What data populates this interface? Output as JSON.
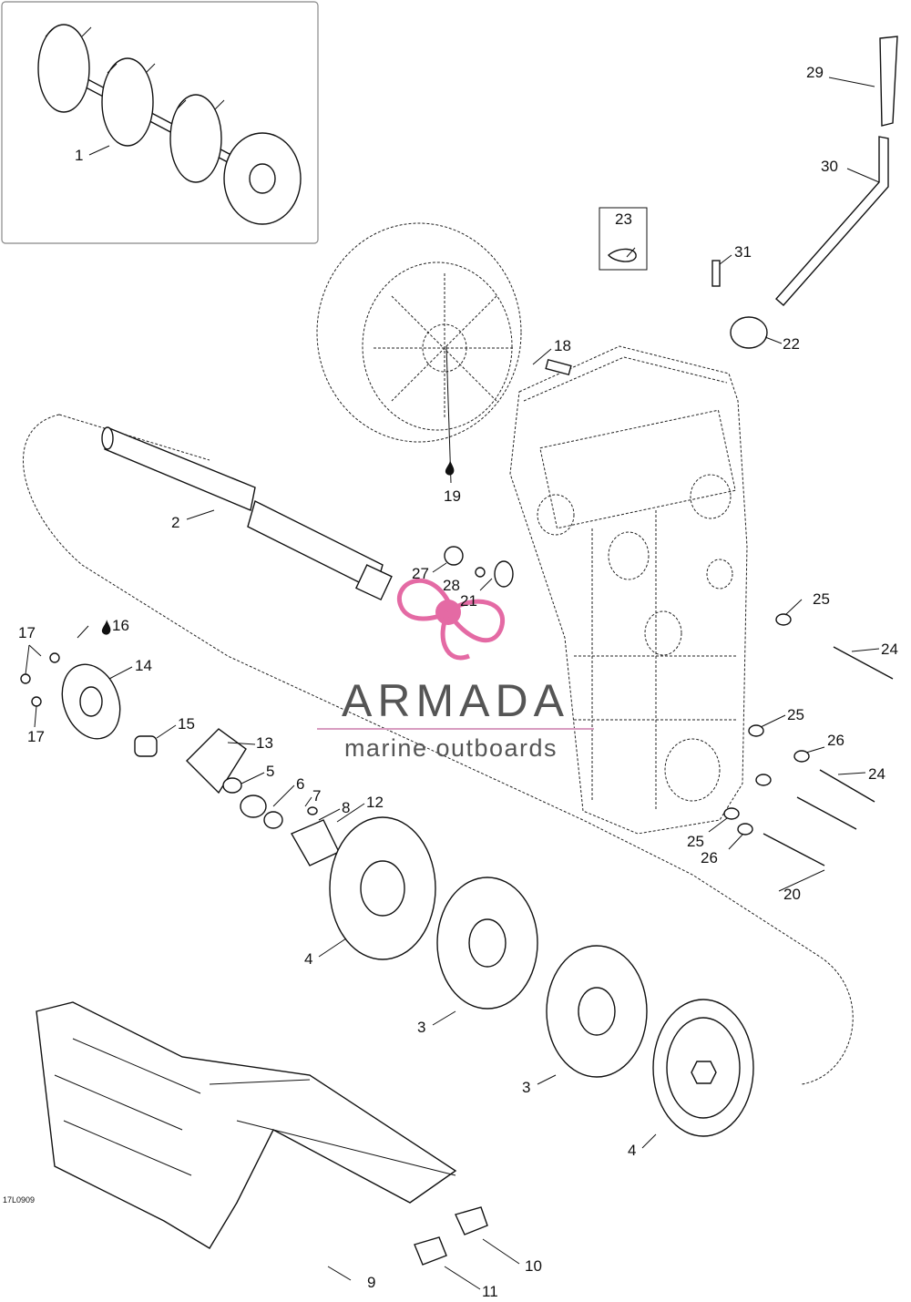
{
  "diagram": {
    "drawing_code": "17L0909",
    "watermark": {
      "brand": "ARMADA",
      "tagline": "marine outboards",
      "logo_color": "#e25a9b",
      "brand_color": "#555555"
    },
    "callouts": [
      "1",
      "2",
      "3",
      "3",
      "4",
      "4",
      "5",
      "6",
      "7",
      "8",
      "9",
      "10",
      "11",
      "12",
      "13",
      "14",
      "15",
      "16",
      "17",
      "17",
      "18",
      "19",
      "20",
      "21",
      "22",
      "23",
      "24",
      "24",
      "25",
      "25",
      "25",
      "26",
      "26",
      "27",
      "28",
      "29",
      "30",
      "31"
    ],
    "lubricant_icon": "oil-drop-icon"
  }
}
